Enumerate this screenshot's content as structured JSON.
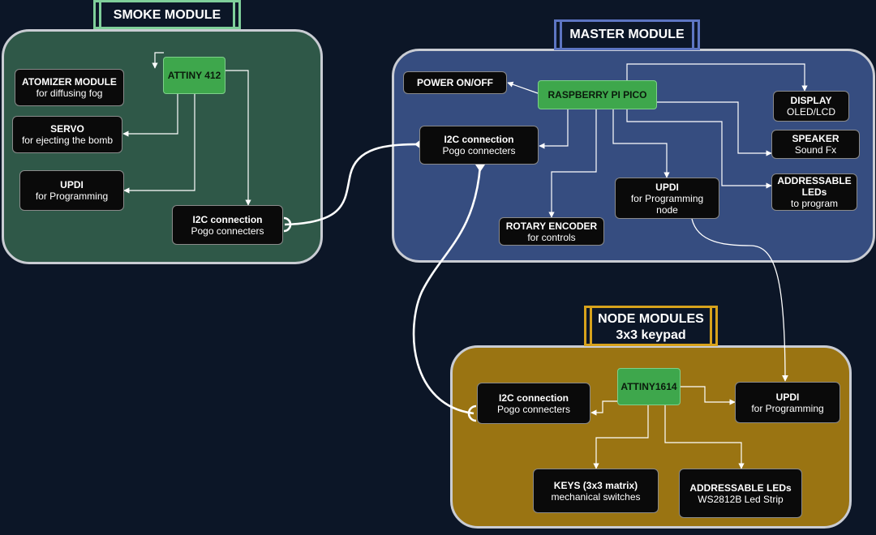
{
  "smoke_module": {
    "title": "SMOKE MODULE",
    "chip": "ATTINY 412",
    "atomizer": {
      "title": "ATOMIZER MODULE",
      "subtitle": "for diffusing fog"
    },
    "servo": {
      "title": "SERVO",
      "subtitle": "for ejecting the bomb"
    },
    "updi": {
      "title": "UPDI",
      "subtitle": "for Programming"
    },
    "i2c": {
      "title": "I2C connection",
      "subtitle": "Pogo connecters"
    }
  },
  "master_module": {
    "title": "MASTER MODULE",
    "chip": "RASPBERRY PI PICO",
    "power": {
      "title": "POWER ON/OFF"
    },
    "i2c": {
      "title": "I2C connection",
      "subtitle": "Pogo connecters"
    },
    "display": {
      "title": "DISPLAY",
      "subtitle": "OLED/LCD"
    },
    "speaker": {
      "title": "SPEAKER",
      "subtitle": "Sound Fx"
    },
    "leds": {
      "title": "ADDRESSABLE LEDs",
      "subtitle": "to program"
    },
    "updi": {
      "title": "UPDI",
      "subtitle": "for Programming",
      "extra": "node"
    },
    "rotary": {
      "title": "ROTARY ENCODER",
      "subtitle": "for controls"
    }
  },
  "node_modules": {
    "title_line1": "NODE MODULES",
    "title_line2": "3x3 keypad",
    "chip": "ATTINY1614",
    "i2c": {
      "title": "I2C connection",
      "subtitle": "Pogo connecters"
    },
    "updi": {
      "title": "UPDI",
      "subtitle": "for Programming"
    },
    "keys": {
      "title": "KEYS (3x3 matrix)",
      "subtitle": "mechanical switches"
    },
    "leds": {
      "title": "ADDRESSABLE LEDs",
      "subtitle": "WS2812B Led Strip"
    }
  },
  "colors": {
    "background": "#0c1627",
    "smoke_panel": "#2f5848",
    "master_panel": "#364d80",
    "node_panel": "#9a7412",
    "chip_green": "#3ea74c",
    "wire": "#ffffff"
  }
}
